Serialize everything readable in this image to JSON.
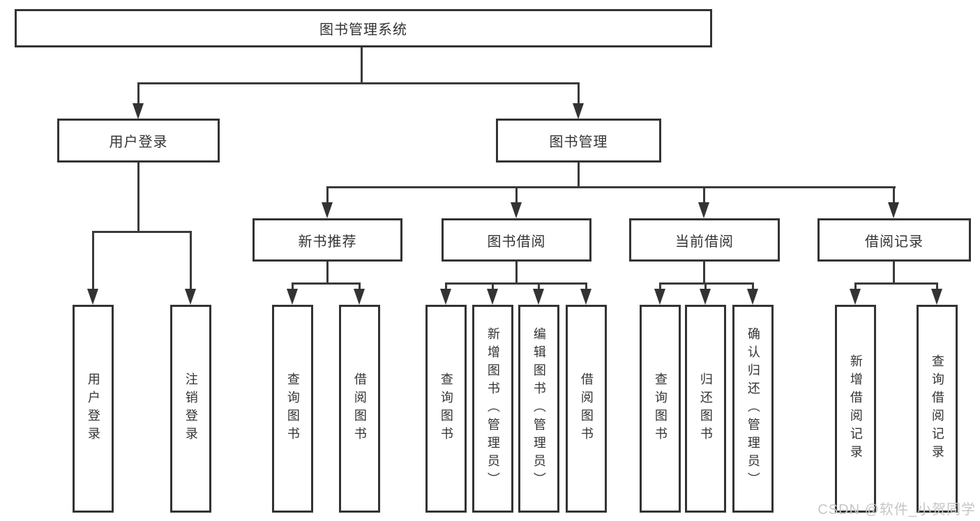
{
  "diagram": {
    "title": "图书管理系统",
    "level2": {
      "user_login": "用户登录",
      "book_mgmt": "图书管理"
    },
    "level3": {
      "new_book": "新书推荐",
      "book_borrow": "图书借阅",
      "current_borrow": "当前借阅",
      "borrow_record": "借阅记录"
    },
    "leaves": {
      "user_login": [
        "用户登录",
        "注销登录"
      ],
      "new_book": [
        "查询图书",
        "借阅图书"
      ],
      "book_borrow": [
        "查询图书",
        "新增图书（管理员）",
        "编辑图书（管理员）",
        "借阅图书"
      ],
      "current_borrow": [
        "查询图书",
        "归还图书",
        "确认归还（管理员）"
      ],
      "borrow_record": [
        "新增借阅记录",
        "查询借阅记录"
      ]
    },
    "watermark": "CSDN @软件_小贺同学",
    "colors": {
      "line": "#3a3a3a",
      "border": "#333333",
      "text": "#333333",
      "background": "#ffffff",
      "watermark": "#c6c6c6"
    }
  }
}
